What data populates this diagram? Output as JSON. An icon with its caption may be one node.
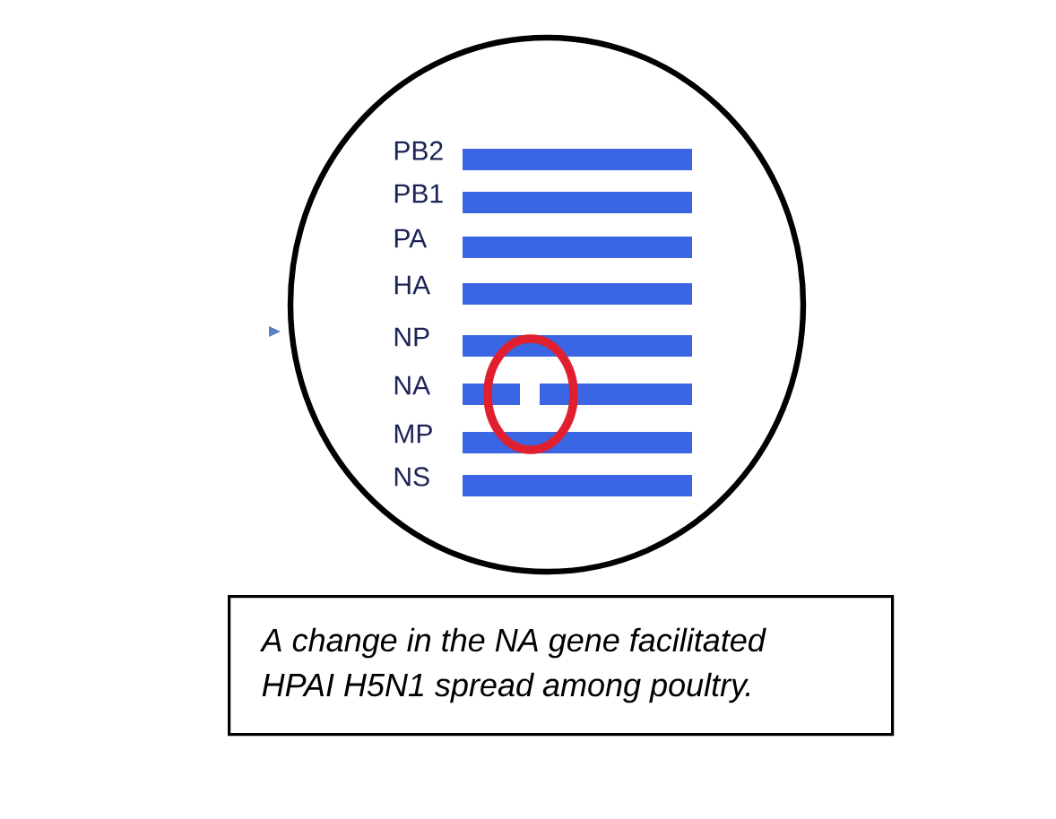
{
  "diagram": {
    "nodes": [
      {
        "text": [
          "A change in the NA gene facilitated HPAI H5N1 spread among poultry."
        ]
      }
    ],
    "labels": [
      "PB2",
      "PB1",
      "PA",
      "HA",
      "NP",
      "NA",
      "MP",
      "NS"
    ]
  }
}
